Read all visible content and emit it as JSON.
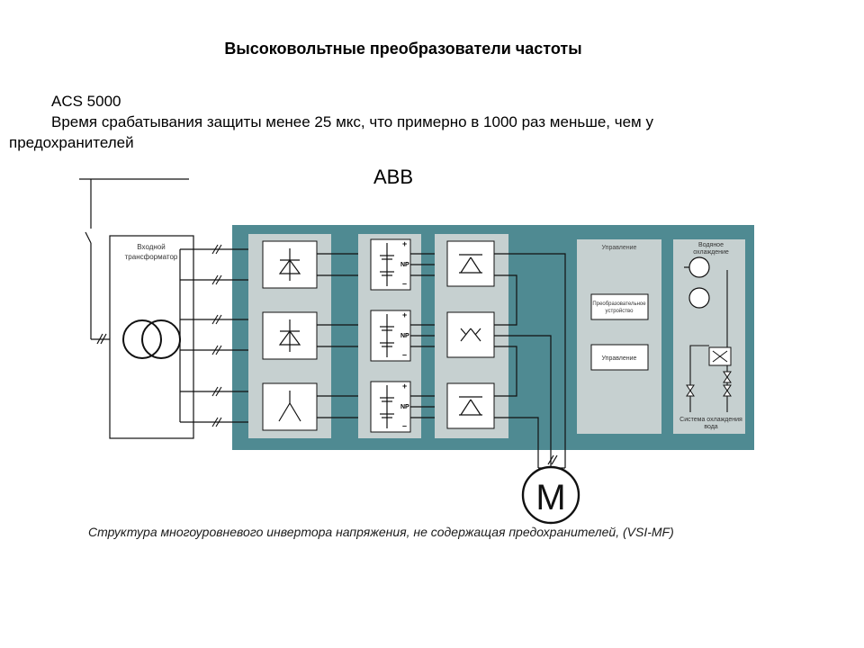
{
  "slide": {
    "title": "Высоковольтные преобразователи частоты",
    "model": "ACS 5000",
    "desc_line1": "Время срабатывания защиты менее 25 мкс, что примерно в 1000 раз меньше, чем у",
    "desc_line2": "предохранителей",
    "brand": "ABB"
  },
  "diagram": {
    "transformer_label_1": "Входной",
    "transformer_label_2": "трансформатор",
    "np_label": "NP",
    "control_title": "Управление",
    "control_box1_line1": "Преобразовательное",
    "control_box1_line2": "устройство",
    "control_box2": "Управление",
    "water_title_1": "Водяное",
    "water_title_2": "охлаждение",
    "water_bottom_1": "Система охлаждения",
    "water_bottom_2": "вода",
    "motor_label": "M",
    "caption": "Структура многоуровневого инвертора напряжения, не содержащая предохранителей, (VSI-MF)",
    "colors": {
      "panel": "#4f8a92",
      "module": "#c6d0d0",
      "element": "#ffffff",
      "line": "#111111"
    }
  }
}
